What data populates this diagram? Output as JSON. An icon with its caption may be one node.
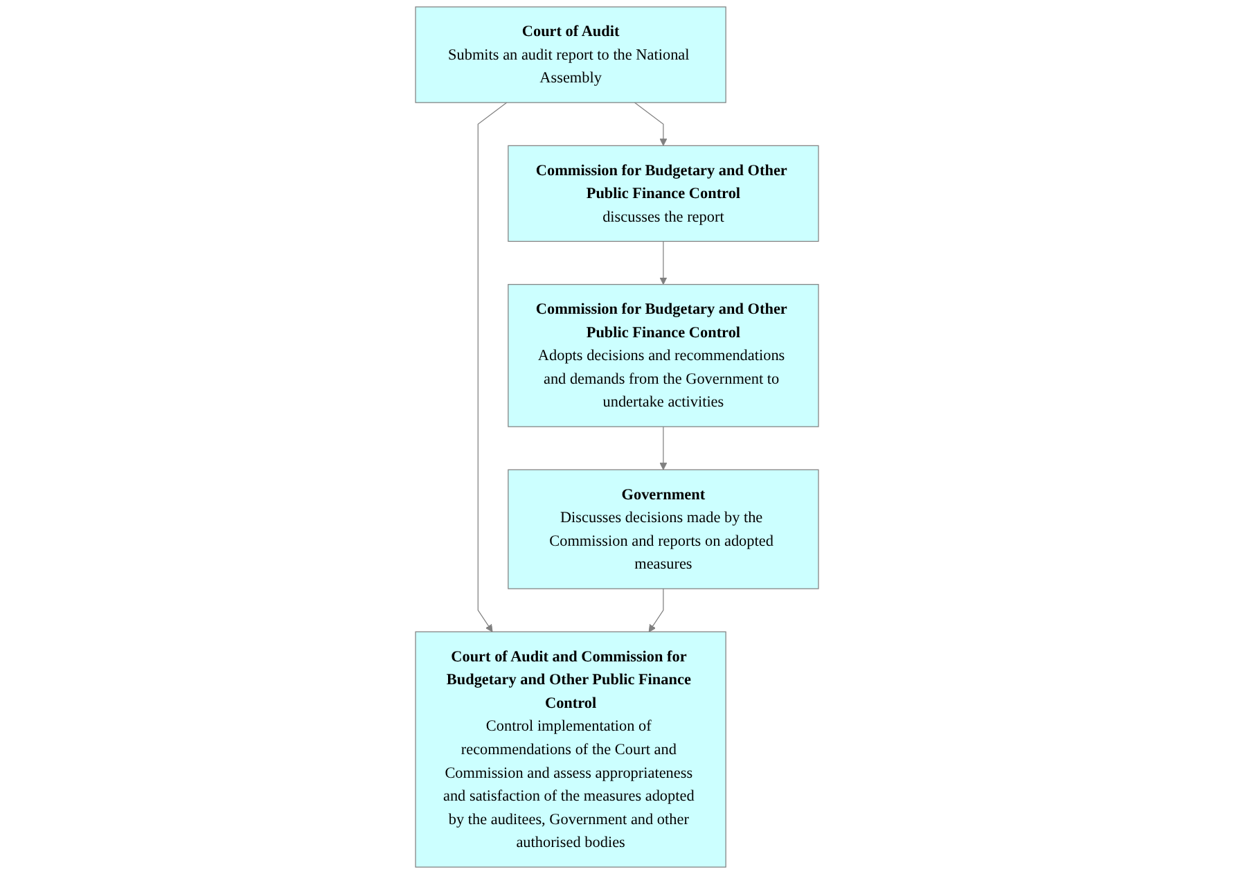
{
  "diagram": {
    "nodes": [
      {
        "text": [
          "Court of Audit",
          "Submits an audit report to the National Assembly"
        ]
      },
      {
        "text": [
          "Commission for Budgetary and Other Public Finance Control",
          "discusses the report"
        ]
      },
      {
        "text": [
          "Commission for Budgetary and Other Public Finance Control",
          "Adopts decisions and recommendations and demands from the Government to undertake activities"
        ]
      },
      {
        "text": [
          "Government",
          "Discusses decisions made by the Commission and reports on adopted measures"
        ]
      },
      {
        "text": [
          "Court of Audit and Commission for Budgetary and Other Public Finance Control",
          "Control implementation of recommendations of the Court and Commission and assess appropriateness and satisfaction of the measures adopted by the auditees, Government and other authorised bodies"
        ]
      }
    ],
    "edges": [
      {
        "from": 0,
        "to": 1,
        "arrow": "to"
      },
      {
        "from": 1,
        "to": 2,
        "arrow": "to"
      },
      {
        "from": 2,
        "to": 3,
        "arrow": "to"
      },
      {
        "from": 0,
        "to": 4,
        "arrow": "to"
      },
      {
        "from": 3,
        "to": 4,
        "arrow": "to"
      }
    ]
  }
}
